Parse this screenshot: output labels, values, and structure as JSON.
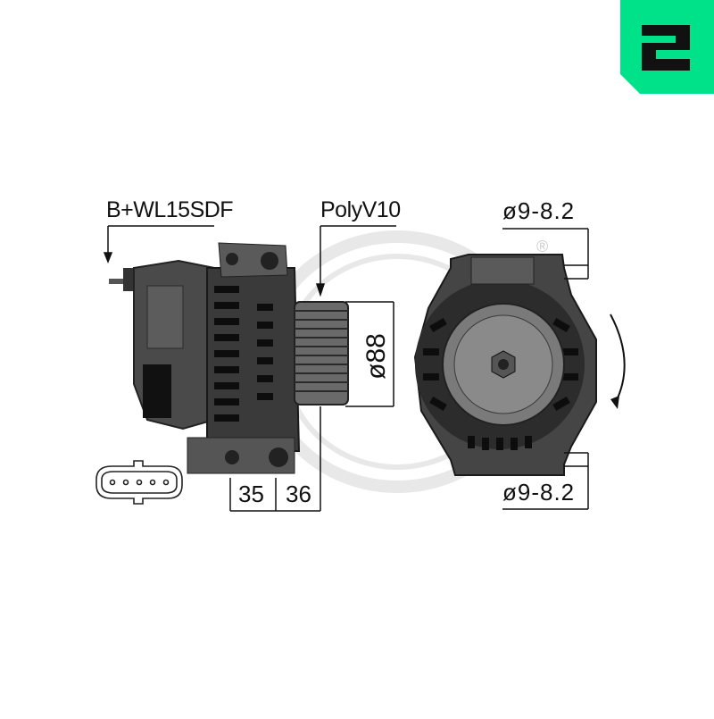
{
  "labels": {
    "connector": "B+WL15SDF",
    "pulley": "PolyV10",
    "mount_top": "ø9-8.2",
    "mount_bottom": "ø9-8.2",
    "width_35": "35",
    "width_36": "36",
    "pulley_diameter": "ø88"
  },
  "colors": {
    "brand_green": "#00e28a",
    "line": "#111111",
    "watermark": "#e6e6e6"
  },
  "icons": {
    "logo": "era-logo-icon",
    "rotation": "rotation-arrow-icon",
    "registered": "registered-trademark-icon"
  }
}
